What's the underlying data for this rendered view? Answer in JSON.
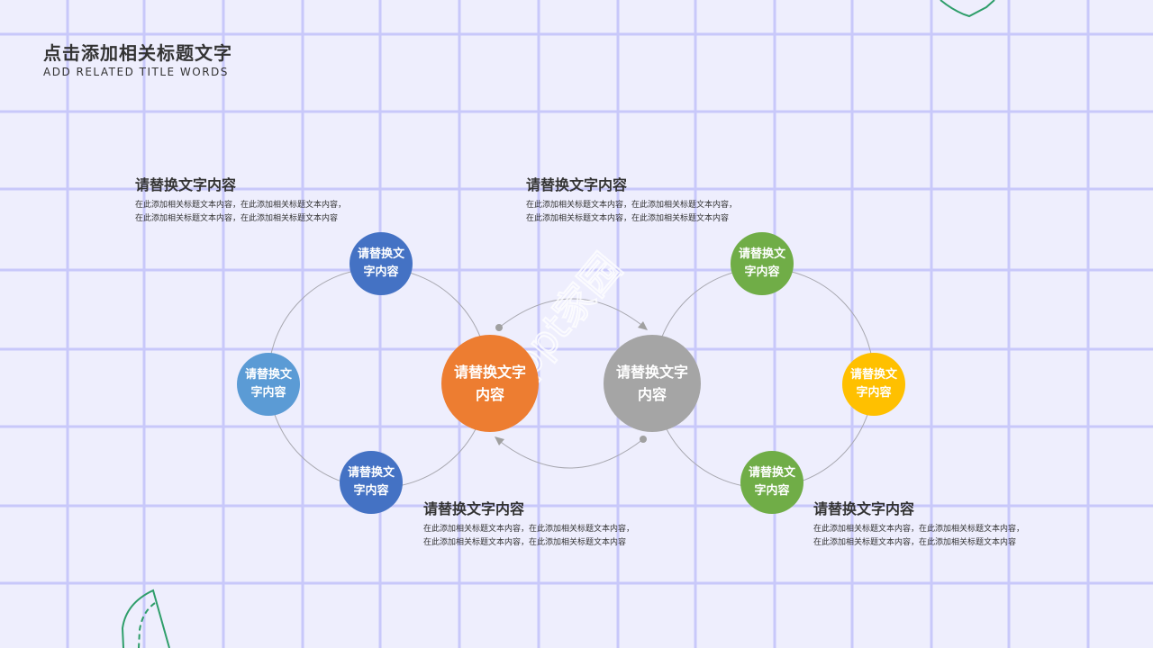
{
  "header": {
    "title": "点击添加相关标题文字",
    "subtitle": "ADD RELATED TITLE WORDS"
  },
  "watermark": "ppt家园",
  "colors": {
    "background": "#eeeefd",
    "grid": "#c8c8fa",
    "blue": "#4472c4",
    "light_blue": "#5b9bd5",
    "orange": "#ed7d31",
    "gray": "#a5a5a5",
    "green": "#70ad47",
    "yellow": "#ffc000"
  },
  "blocks": [
    {
      "heading": "请替换文字内容",
      "body": "在此添加相关标题文本内容，在此添加相关标题文本内容，在此添加相关标题文本内容，在此添加相关标题文本内容"
    },
    {
      "heading": "请替换文字内容",
      "body": "在此添加相关标题文本内容，在此添加相关标题文本内容，在此添加相关标题文本内容，在此添加相关标题文本内容"
    },
    {
      "heading": "请替换文字内容",
      "body": "在此添加相关标题文本内容，在此添加相关标题文本内容，在此添加相关标题文本内容，在此添加相关标题文本内容"
    },
    {
      "heading": "请替换文字内容",
      "body": "在此添加相关标题文本内容，在此添加相关标题文本内容，在此添加相关标题文本内容，在此添加相关标题文本内容"
    }
  ],
  "hubs": {
    "left": "请替换文字内容",
    "right": "请替换文字内容"
  },
  "nodes": {
    "left_top": "请替换文字内容",
    "left_mid": "请替换文字内容",
    "left_bottom": "请替换文字内容",
    "right_top": "请替换文字内容",
    "right_mid": "请替换文字内容",
    "right_bottom": "请替换文字内容"
  }
}
